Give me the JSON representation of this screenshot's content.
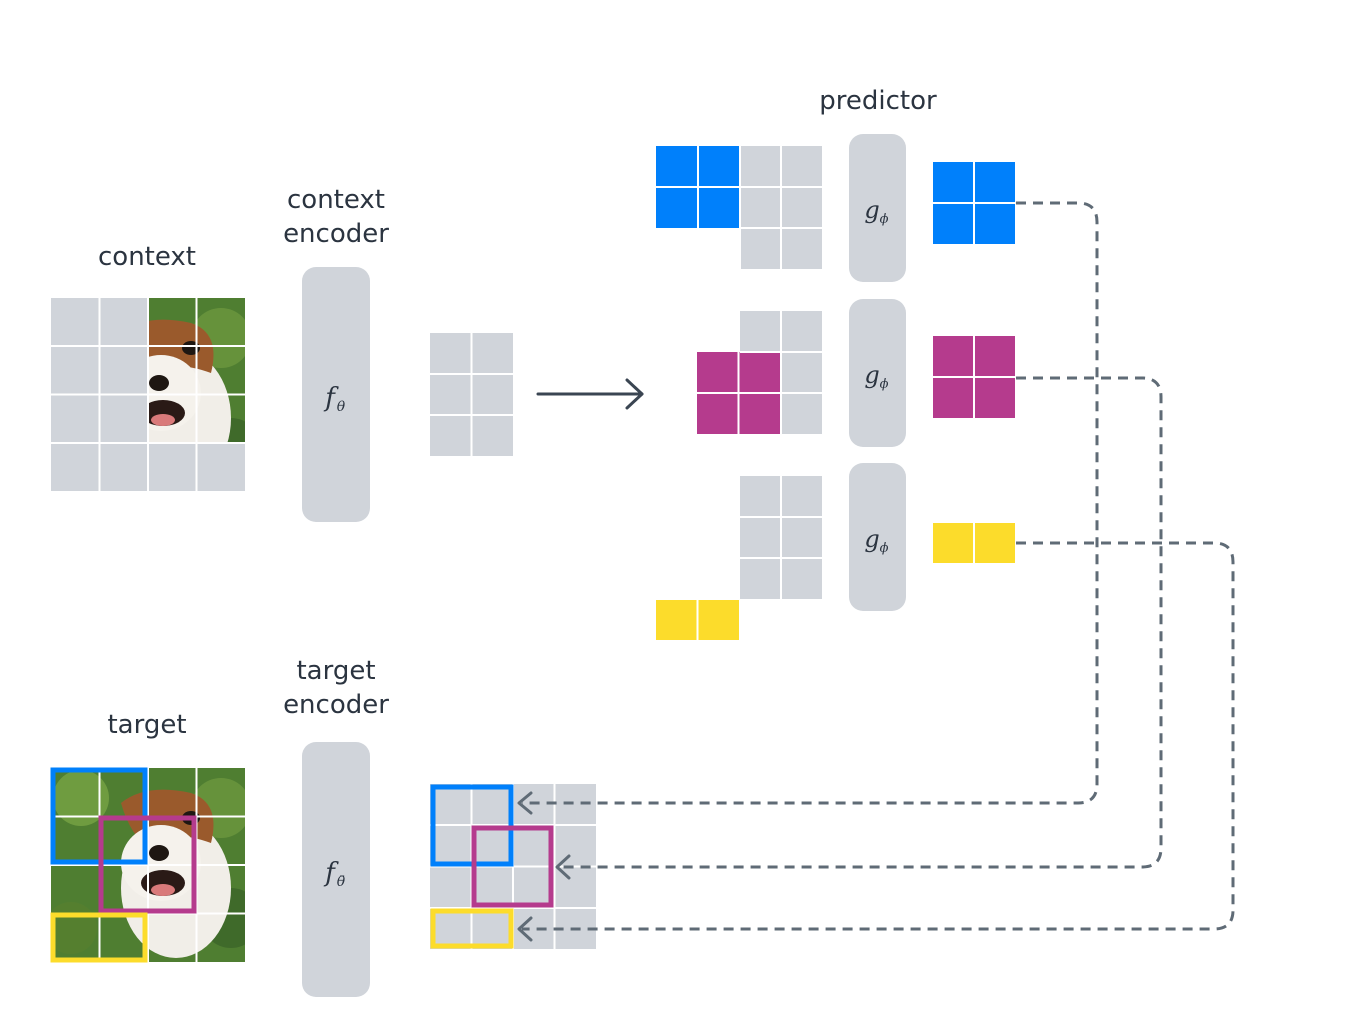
{
  "labels": {
    "context": "context",
    "context_encoder_line1": "context",
    "context_encoder_line2": "encoder",
    "target": "target",
    "target_encoder_line1": "target",
    "target_encoder_line2": "encoder",
    "predictor": "predictor"
  },
  "encoders": {
    "context": {
      "symbol": "f",
      "subscript": "θ"
    },
    "target": {
      "symbol": "f",
      "subscript": "θ̄"
    }
  },
  "predictor_symbol": {
    "symbol": "g",
    "subscript": "ϕ"
  },
  "colors": {
    "patch_gray": "#d0d4da",
    "grid_line": "#ffffff",
    "arrow": "#3a4552",
    "dashed": "#5f6b76",
    "blue": "#0080fb",
    "magenta": "#b53b8d",
    "yellow": "#fcdc2b",
    "photo_green_dark": "#3f6a2a",
    "photo_green_light": "#6e9a3f",
    "dog_white": "#f1eee8",
    "dog_brown": "#9a5a2c"
  }
}
